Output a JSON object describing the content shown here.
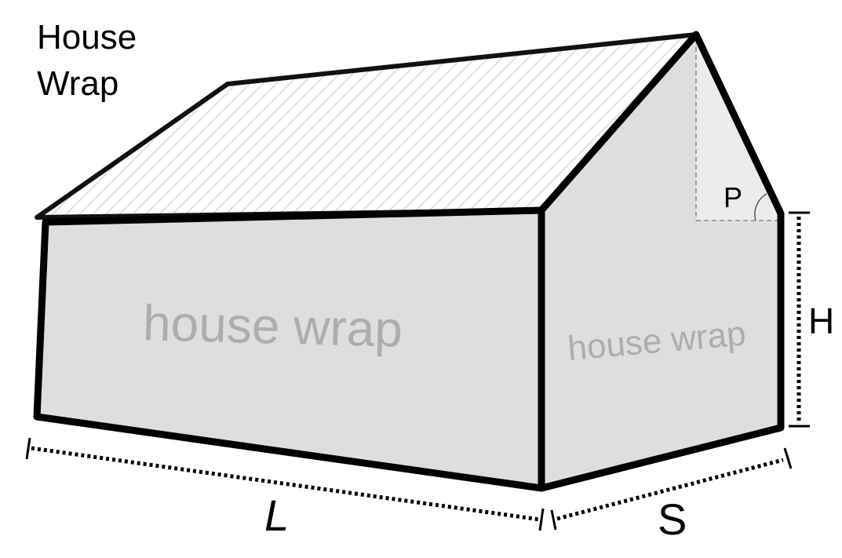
{
  "diagram": {
    "title_line1": "House",
    "title_line2": "Wrap",
    "front_wall_label": "house wrap",
    "side_wall_label": "house wrap",
    "dimensions": {
      "length": "L",
      "side": "S",
      "height": "H",
      "pitch": "P"
    },
    "colors": {
      "wall_fill": "#dedede",
      "gable_fill": "#ececec",
      "roof_fill": "#ffffff",
      "roof_hatch": "#c8c8c8",
      "outline": "#000000",
      "wall_text": "#adadad",
      "guide_dash": "#a0a0a0"
    }
  }
}
